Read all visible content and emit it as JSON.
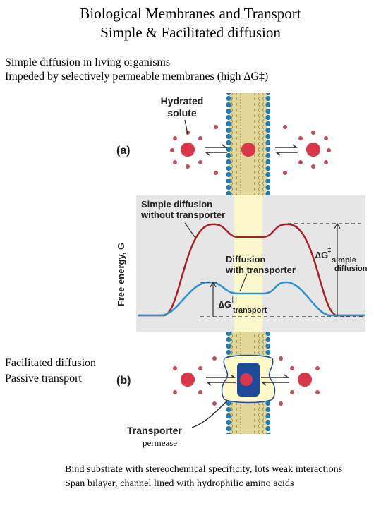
{
  "title_line1": "Biological Membranes and Transport",
  "title_line2": "Simple & Facilitated diffusion",
  "notes": {
    "simple_line1": "Simple diffusion in living organisms",
    "simple_line2": "Impeded by selectively permeable membranes (high ∆G‡)",
    "facilitated_line1": "Facilitated diffusion",
    "facilitated_line2": "Passive transport"
  },
  "figure": {
    "hydrated_solute_line1": "Hydrated",
    "hydrated_solute_line2": "solute",
    "panel_a": "(a)",
    "panel_b": "(b)",
    "simple_diff_line1": "Simple diffusion",
    "simple_diff_line2": "without transporter",
    "with_transporter_line1": "Diffusion",
    "with_transporter_line2": "with transporter",
    "y_axis": "Free energy, G",
    "dg_simple_main": "∆G",
    "dg_simple_sub1": "simple",
    "dg_simple_sub2": "diffusion",
    "dg_transport_main": "∆G",
    "dg_transport_sub": "transport",
    "dagger": "‡",
    "transporter": "Transporter",
    "permease": "permease"
  },
  "colors": {
    "membrane": "#e2d79a",
    "lipid_head": "#1f7ab8",
    "solute": "#d9364a",
    "simple_curve": "#b01e24",
    "transport_curve": "#2e8fcf",
    "panel_bg": "#e6e6e6",
    "channel": "#fff9c8",
    "transporter_protein": "#1e4a9c"
  },
  "bottom": {
    "line1": "Bind substrate with stereochemical specificity, lots weak interactions",
    "line2": "Span bilayer, channel lined with hydrophilic amino acids"
  }
}
